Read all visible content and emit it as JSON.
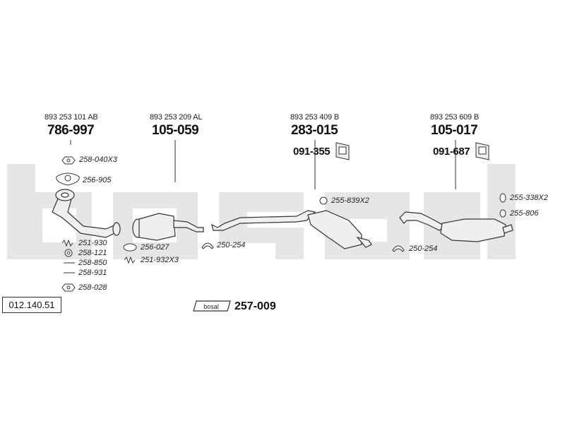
{
  "diagram": {
    "diagram_id": "012.140.51",
    "watermark": "bosal",
    "groups": [
      {
        "oem": "893 253 101 AB",
        "part": "786-997"
      },
      {
        "oem": "893 253 209 AL",
        "part": "105-059"
      },
      {
        "oem": "893 253 409 B",
        "part": "283-015",
        "mount": "091-355"
      },
      {
        "oem": "893 253 609 B",
        "part": "105-017",
        "mount": "091-687"
      }
    ],
    "refs": {
      "nut_top": "258-040X3",
      "gasket_front": "256-905",
      "spring": "251-930",
      "washer": "258-121",
      "bolt": "258-850",
      "pin": "258-931",
      "nut_bottom": "258-028",
      "ring_cat": "256-027",
      "spring_cat": "251-932X3",
      "clamp_mid": "250-254",
      "ring_center": "255-839X2",
      "clamp_rear": "250-254",
      "ring_rear": "255-338X2",
      "hanger_rear": "255-806"
    },
    "kit": {
      "label": "257-009",
      "logo_text": "bosal"
    },
    "colors": {
      "watermark": "#e6e6e6",
      "line": "#333333",
      "pipe_fill": "#efefef"
    }
  }
}
